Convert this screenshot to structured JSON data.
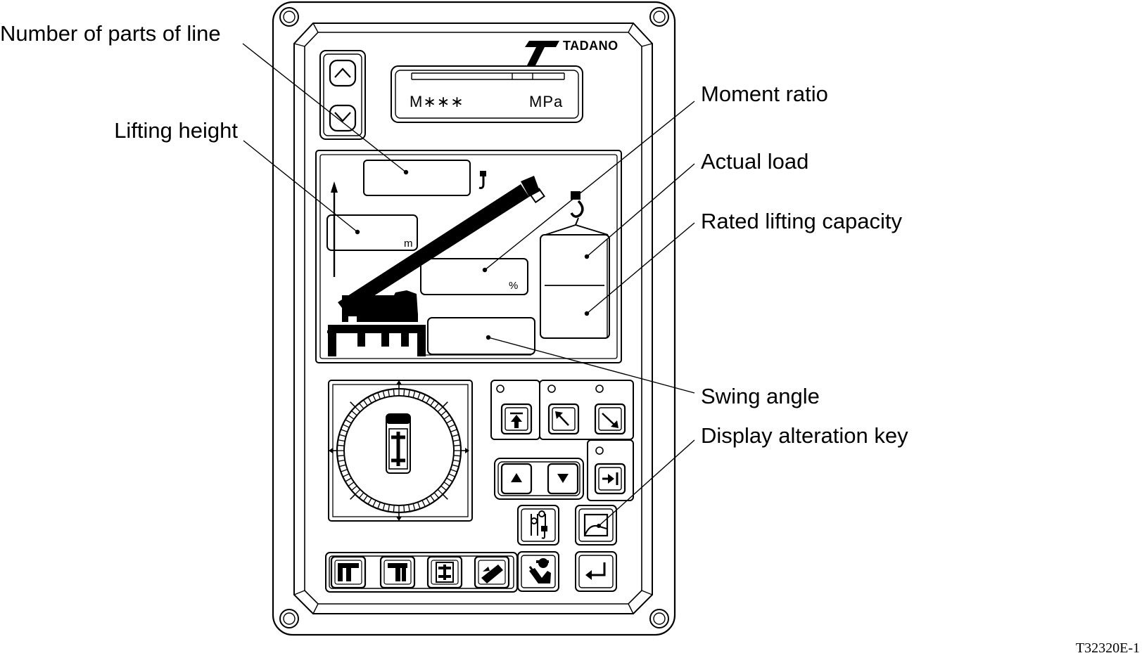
{
  "panel": {
    "brand": "TADANO",
    "lcd_left": "M∗∗∗",
    "lcd_right": "MPa",
    "height_unit": "m",
    "moment_unit": "%"
  },
  "callouts": {
    "number_of_parts_of_line": "Number of parts of line",
    "lifting_height": "Lifting height",
    "moment_ratio": "Moment ratio",
    "actual_load": "Actual load",
    "rated_lifting_capacity": "Rated lifting capacity",
    "swing_angle": "Swing angle",
    "display_alteration_key": "Display alteration key"
  },
  "figure_id": "T32320E-1",
  "icons": [
    "chevron-up-icon",
    "chevron-down-icon",
    "hook-icon",
    "crane-icon",
    "hook-block-icon",
    "compass-dial-icon",
    "boom-telescope-icon",
    "boom-raise-icon",
    "boom-lower-icon",
    "triangle-up-icon",
    "triangle-down-icon",
    "arrow-right-bar-icon",
    "hoist-rope-icon",
    "display-alteration-icon",
    "outrigger-full-icon",
    "outrigger-mid-icon",
    "outrigger-carrier-icon",
    "jib-icon",
    "operator-icon",
    "enter-icon"
  ],
  "colors": {
    "ink": "#000000",
    "background": "#ffffff"
  }
}
